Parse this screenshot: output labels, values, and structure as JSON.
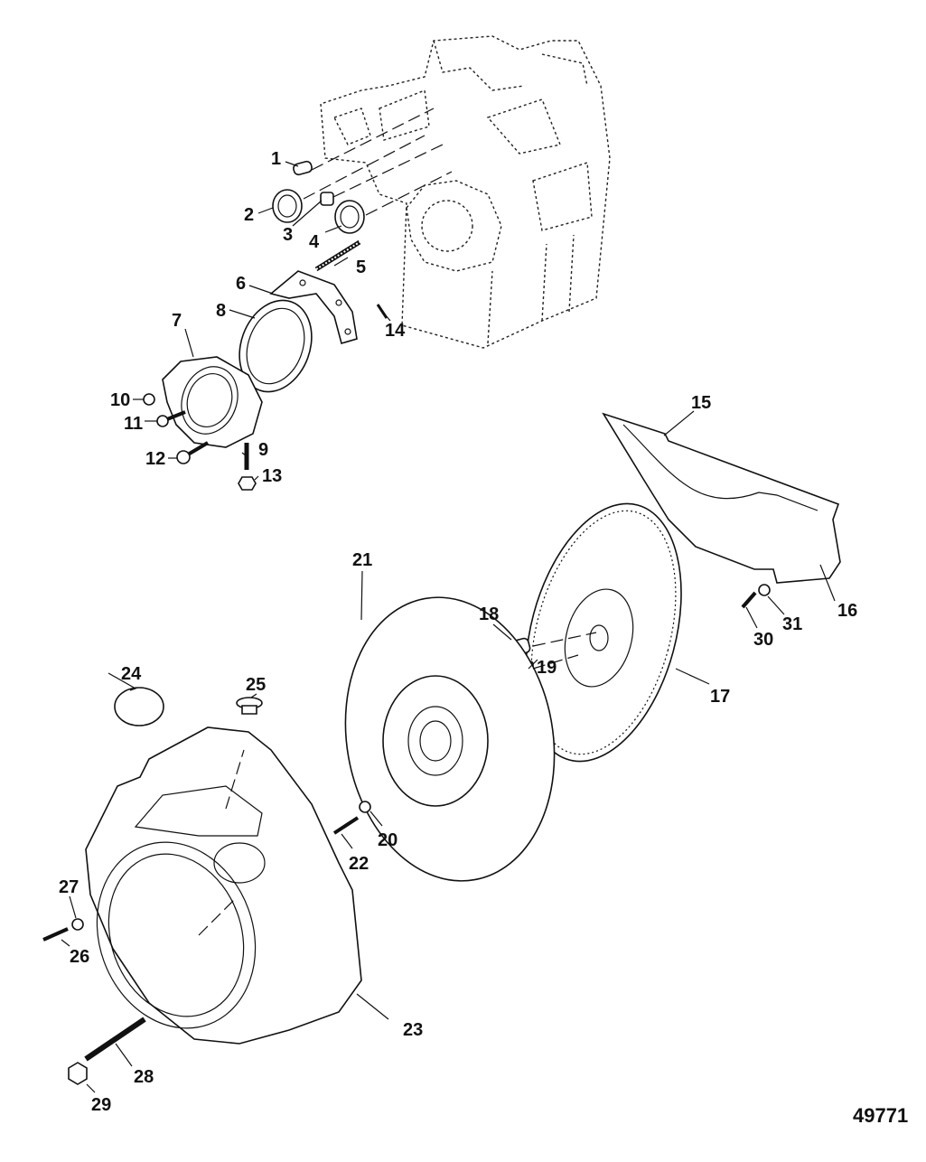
{
  "figure_number": "49771",
  "callouts": [
    "1",
    "2",
    "3",
    "4",
    "5",
    "6",
    "7",
    "8",
    "9",
    "10",
    "11",
    "12",
    "13",
    "14",
    "15",
    "16",
    "17",
    "18",
    "19",
    "20",
    "21",
    "22",
    "23",
    "24",
    "25",
    "26",
    "27",
    "28",
    "29",
    "30",
    "31"
  ]
}
